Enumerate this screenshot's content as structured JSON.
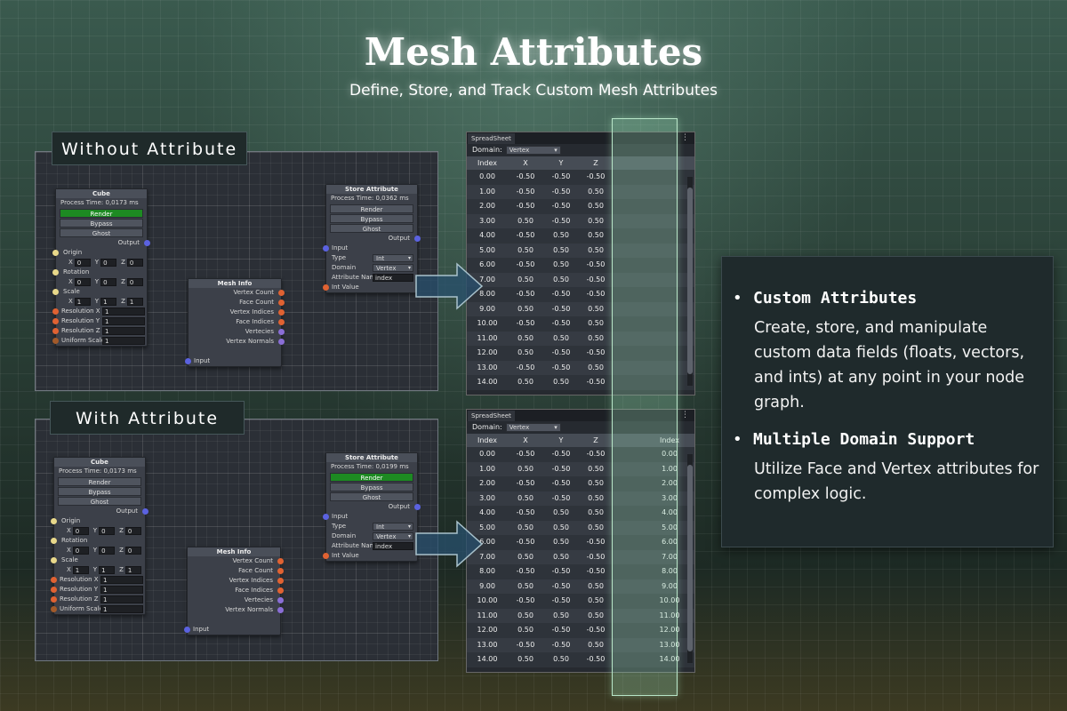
{
  "header": {
    "title": "Mesh Attributes",
    "subtitle": "Define, Store, and Track Custom Mesh Attributes"
  },
  "panels": [
    {
      "label": "Without Attribute",
      "cube": {
        "title": "Cube",
        "process_time": "Process Time: 0,0173 ms",
        "buttons": [
          "Render",
          "Bypass",
          "Ghost"
        ],
        "active_button": 0,
        "output": "Output",
        "origin": "Origin",
        "rotation": "Rotation",
        "scale": "Scale",
        "origin_xyz": [
          "0",
          "0",
          "0"
        ],
        "rotation_xyz": [
          "0",
          "0",
          "0"
        ],
        "scale_xyz": [
          "1",
          "1",
          "1"
        ],
        "axis_labels": [
          "X",
          "Y",
          "Z"
        ],
        "res_x": "Resolution X",
        "res_y": "Resolution Y",
        "res_z": "Resolution Z",
        "uniform_scale": "Uniform Scale",
        "res_x_val": "1",
        "res_y_val": "1",
        "res_z_val": "1",
        "uniform_scale_val": "1"
      },
      "store": {
        "title": "Store Attribute",
        "process_time": "Process Time: 0,0362 ms",
        "buttons": [
          "Render",
          "Bypass",
          "Ghost"
        ],
        "active_button": -1,
        "output": "Output",
        "input": "Input",
        "type_label": "Type",
        "type_value": "Int",
        "domain_label": "Domain",
        "domain_value": "Vertex",
        "attr_name_label": "Attribute Name",
        "attr_name_value": "index",
        "int_value": "Int Value"
      },
      "meshinfo": {
        "title": "Mesh Info",
        "outputs": [
          "Vertex Count",
          "Face Count",
          "Vertex Indices",
          "Face Indices",
          "Vertecies",
          "Vertex Normals"
        ],
        "input": "Input"
      }
    },
    {
      "label": "With Attribute",
      "cube": {
        "title": "Cube",
        "process_time": "Process Time: 0,0173 ms",
        "buttons": [
          "Render",
          "Bypass",
          "Ghost"
        ],
        "active_button": -1,
        "output": "Output",
        "origin": "Origin",
        "rotation": "Rotation",
        "scale": "Scale",
        "origin_xyz": [
          "0",
          "0",
          "0"
        ],
        "rotation_xyz": [
          "0",
          "0",
          "0"
        ],
        "scale_xyz": [
          "1",
          "1",
          "1"
        ],
        "axis_labels": [
          "X",
          "Y",
          "Z"
        ],
        "res_x": "Resolution X",
        "res_y": "Resolution Y",
        "res_z": "Resolution Z",
        "uniform_scale": "Uniform Scale",
        "res_x_val": "1",
        "res_y_val": "1",
        "res_z_val": "1",
        "uniform_scale_val": "1"
      },
      "store": {
        "title": "Store Attribute",
        "process_time": "Process Time: 0,0199 ms",
        "buttons": [
          "Render",
          "Bypass",
          "Ghost"
        ],
        "active_button": 0,
        "output": "Output",
        "input": "Input",
        "type_label": "Type",
        "type_value": "Int",
        "domain_label": "Domain",
        "domain_value": "Vertex",
        "attr_name_label": "Attribute Name",
        "attr_name_value": "index",
        "int_value": "Int Value"
      },
      "meshinfo": {
        "title": "Mesh Info",
        "outputs": [
          "Vertex Count",
          "Face Count",
          "Vertex Indices",
          "Face Indices",
          "Vertecies",
          "Vertex Normals"
        ],
        "input": "Input"
      }
    }
  ],
  "spreadsheets": [
    {
      "tab": "SpreadSheet",
      "menu": "⋮",
      "domain_label": "Domain:",
      "domain_value": "Vertex",
      "columns": [
        "Index",
        "X",
        "Y",
        "Z"
      ],
      "rows": [
        [
          "0.00",
          "-0.50",
          "-0.50",
          "-0.50"
        ],
        [
          "1.00",
          "-0.50",
          "-0.50",
          "0.50"
        ],
        [
          "2.00",
          "-0.50",
          "-0.50",
          "0.50"
        ],
        [
          "3.00",
          "0.50",
          "-0.50",
          "0.50"
        ],
        [
          "4.00",
          "-0.50",
          "0.50",
          "0.50"
        ],
        [
          "5.00",
          "0.50",
          "0.50",
          "0.50"
        ],
        [
          "6.00",
          "-0.50",
          "0.50",
          "-0.50"
        ],
        [
          "7.00",
          "0.50",
          "0.50",
          "-0.50"
        ],
        [
          "8.00",
          "-0.50",
          "-0.50",
          "-0.50"
        ],
        [
          "9.00",
          "0.50",
          "-0.50",
          "0.50"
        ],
        [
          "10.00",
          "-0.50",
          "-0.50",
          "0.50"
        ],
        [
          "11.00",
          "0.50",
          "0.50",
          "0.50"
        ],
        [
          "12.00",
          "0.50",
          "-0.50",
          "-0.50"
        ],
        [
          "13.00",
          "-0.50",
          "-0.50",
          "0.50"
        ],
        [
          "14.00",
          "0.50",
          "0.50",
          "-0.50"
        ]
      ]
    },
    {
      "tab": "SpreadSheet",
      "menu": "⋮",
      "domain_label": "Domain:",
      "domain_value": "Vertex",
      "columns": [
        "Index",
        "X",
        "Y",
        "Z",
        "Index"
      ],
      "rows": [
        [
          "0.00",
          "-0.50",
          "-0.50",
          "-0.50",
          "0.00"
        ],
        [
          "1.00",
          "0.50",
          "-0.50",
          "0.50",
          "1.00"
        ],
        [
          "2.00",
          "-0.50",
          "-0.50",
          "0.50",
          "2.00"
        ],
        [
          "3.00",
          "0.50",
          "-0.50",
          "0.50",
          "3.00"
        ],
        [
          "4.00",
          "-0.50",
          "0.50",
          "0.50",
          "4.00"
        ],
        [
          "5.00",
          "0.50",
          "0.50",
          "0.50",
          "5.00"
        ],
        [
          "6.00",
          "-0.50",
          "0.50",
          "-0.50",
          "6.00"
        ],
        [
          "7.00",
          "0.50",
          "0.50",
          "-0.50",
          "7.00"
        ],
        [
          "8.00",
          "-0.50",
          "-0.50",
          "-0.50",
          "8.00"
        ],
        [
          "9.00",
          "0.50",
          "-0.50",
          "0.50",
          "9.00"
        ],
        [
          "10.00",
          "-0.50",
          "-0.50",
          "0.50",
          "10.00"
        ],
        [
          "11.00",
          "0.50",
          "0.50",
          "0.50",
          "11.00"
        ],
        [
          "12.00",
          "0.50",
          "-0.50",
          "-0.50",
          "12.00"
        ],
        [
          "13.00",
          "-0.50",
          "-0.50",
          "0.50",
          "13.00"
        ],
        [
          "14.00",
          "0.50",
          "0.50",
          "-0.50",
          "14.00"
        ]
      ]
    }
  ],
  "info": {
    "items": [
      {
        "title": "Custom Attributes",
        "description": "Create, store, and manipulate custom data fields (floats, vectors,  and ints) at any point in your node graph."
      },
      {
        "title": "Multiple Domain Support",
        "description": "Utilize Face and Vertex attributes for complex logic."
      }
    ]
  },
  "colors": {
    "active_button": "#1d8a22",
    "wire_blue": "#5b62e0",
    "wire_orange": "#e06232",
    "highlight": "#b8e6c8"
  }
}
